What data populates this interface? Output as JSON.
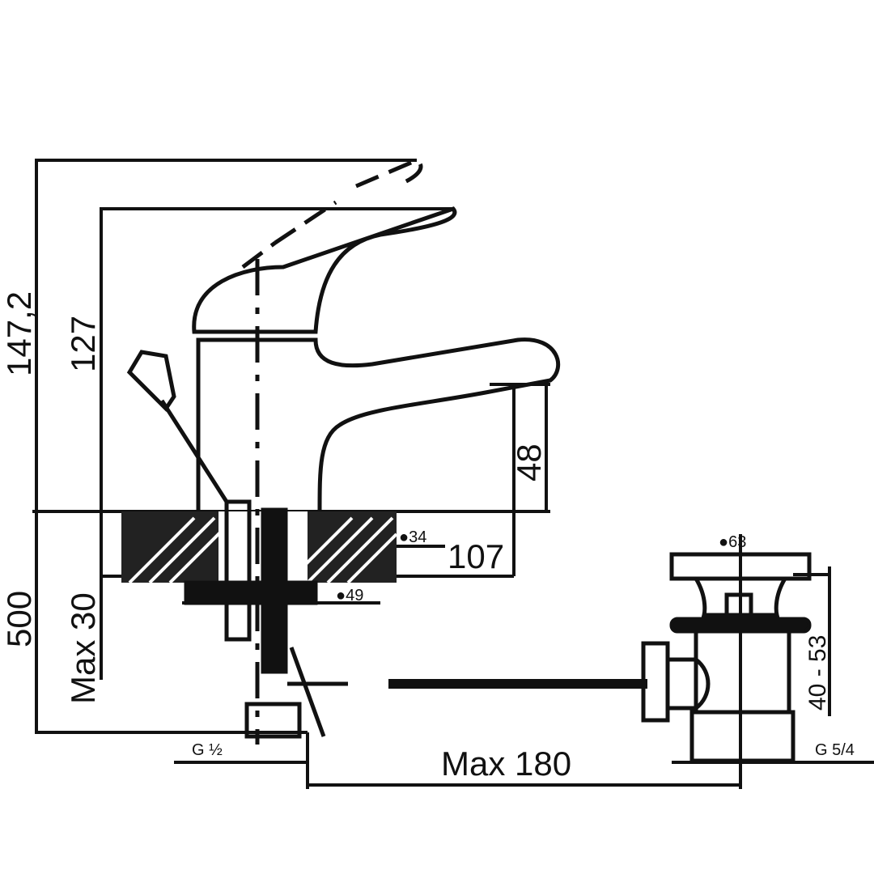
{
  "drawing": {
    "dimensions": {
      "total_height": "147,2",
      "body_height": "127",
      "spout_height": "48",
      "spout_reach": "107",
      "hole_diameter": "●34",
      "base_diameter": "●49",
      "waste_diameter": "●63",
      "hose_length": "500",
      "max_counter_thickness": "Max 30",
      "waste_range": "40 - 53",
      "inlet_thread": "G ½",
      "waste_thread": "G 5/4",
      "max_rod_length": "Max 180"
    },
    "colors": {
      "line": "#111111",
      "background": "#ffffff"
    }
  }
}
